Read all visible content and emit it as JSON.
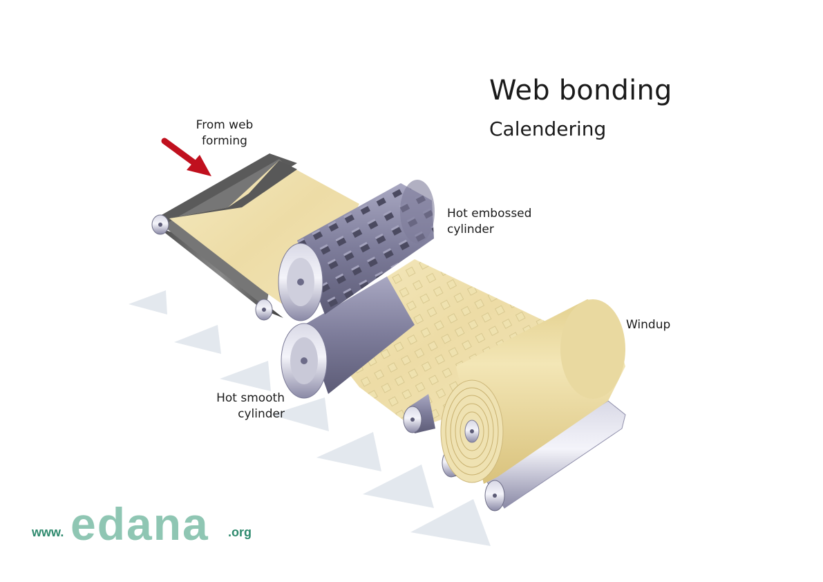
{
  "title": "Web bonding",
  "subtitle": "Calendering",
  "labels": {
    "from_web_forming": [
      "From web",
      "forming"
    ],
    "hot_embossed_cylinder": [
      "Hot embossed",
      "cylinder"
    ],
    "hot_smooth_cylinder": [
      "Hot smooth",
      "cylinder"
    ],
    "windup": "Windup"
  },
  "logo": {
    "prefix": "www.",
    "brand": "edana",
    "suffix": ".org"
  },
  "colors": {
    "web": "#efe2b0",
    "belt": "#6f6f6f",
    "cylinder": "#8c8ba8",
    "arrow": "#c0101e",
    "logo_dark": "#2f8a6e",
    "logo_light": "#8fc6b3",
    "flow_arrows": "#e3e8ee"
  },
  "icons": [
    "feed-arrow-icon",
    "flow-direction-arrow-icon"
  ]
}
